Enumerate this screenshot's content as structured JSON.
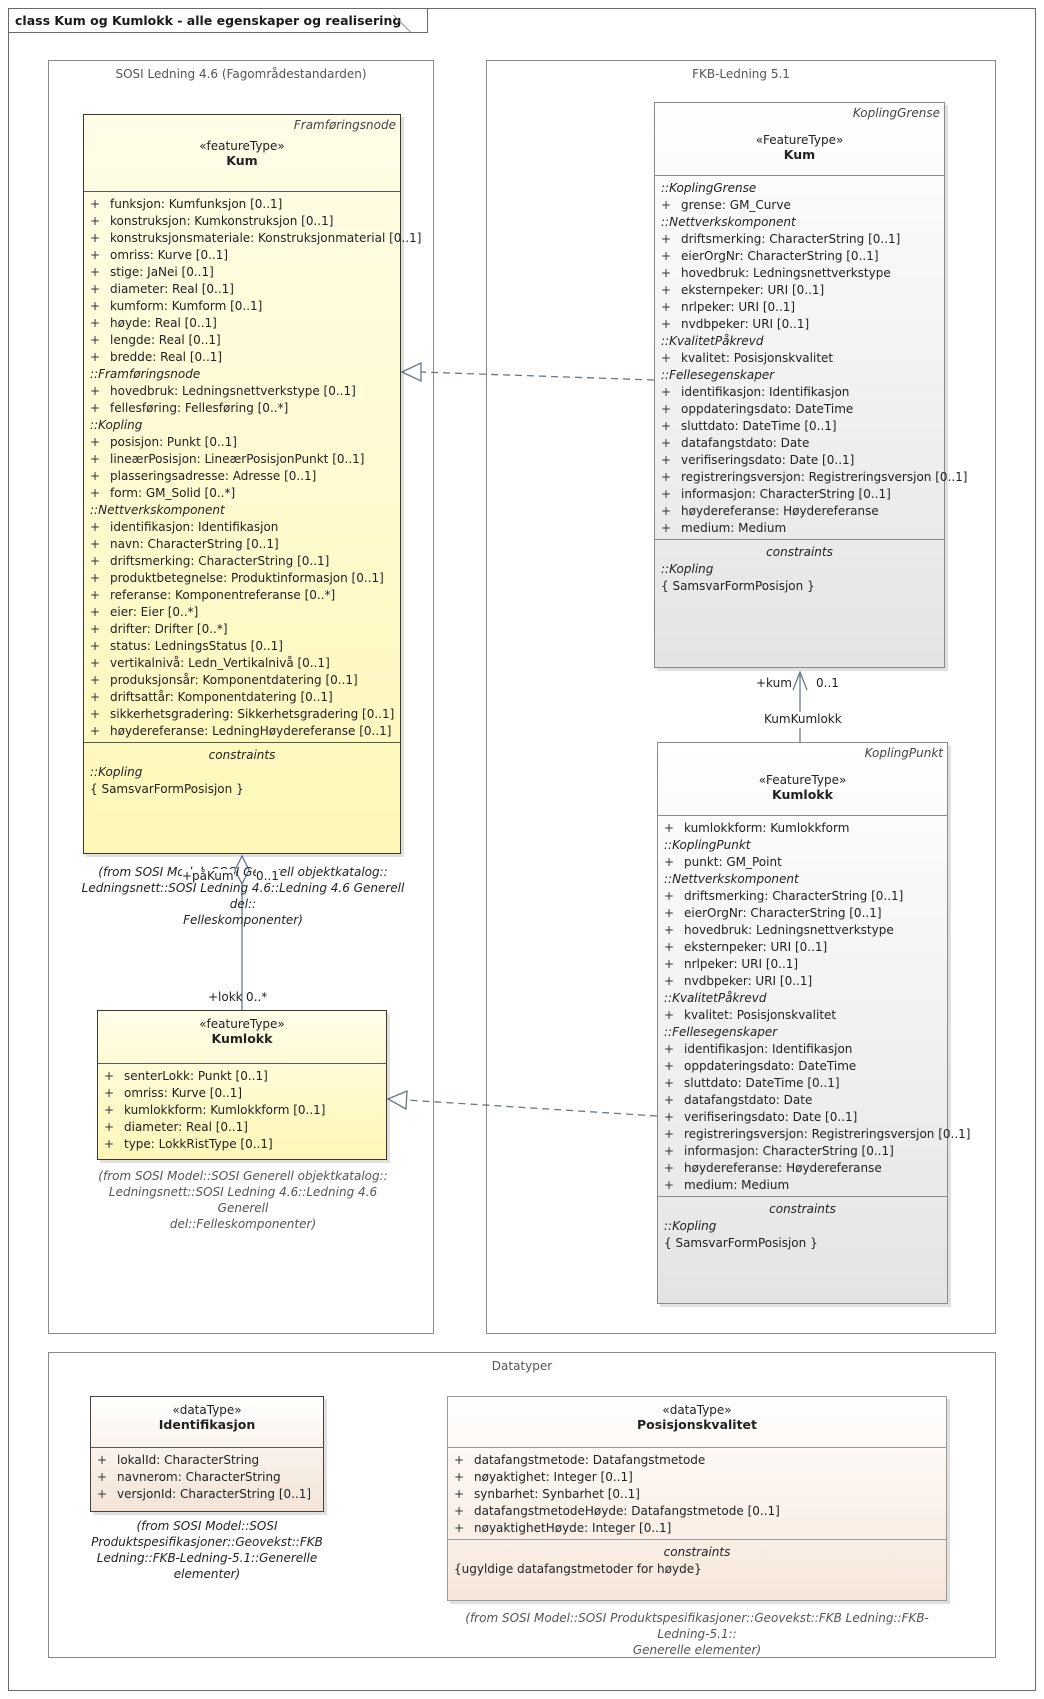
{
  "diagram_title": "class Kum og Kumlokk - alle egenskaper og realisering",
  "packages": {
    "sosi": "SOSI Ledning 4.6 (Fagområdestandarden)",
    "fkb": "FKB-Ledning 5.1",
    "datatyper": "Datatyper"
  },
  "kum_sosi": {
    "tag": "Framføringsnode",
    "stereotype": "«featureType»",
    "name": "Kum",
    "own": [
      "funksjon: Kumfunksjon [0..1]",
      "konstruksjon: Kumkonstruksjon [0..1]",
      "konstruksjonsmateriale: Konstruksjonmaterial [0..1]",
      "omriss: Kurve [0..1]",
      "stige: JaNei [0..1]",
      "diameter: Real [0..1]",
      "kumform: Kumform [0..1]",
      "høyde: Real [0..1]",
      "lengde: Real [0..1]",
      "bredde: Real [0..1]"
    ],
    "grp1": "::Framføringsnode",
    "g1": [
      "hovedbruk: Ledningsnettverkstype [0..1]",
      "fellesføring: Fellesføring [0..*]"
    ],
    "grp2": "::Kopling",
    "g2": [
      "posisjon: Punkt [0..1]",
      "lineærPosisjon: LineærPosisjonPunkt [0..1]",
      "plasseringsadresse: Adresse [0..1]",
      "form: GM_Solid [0..*]"
    ],
    "grp3": "::Nettverkskomponent",
    "g3": [
      "identifikasjon: Identifikasjon",
      "navn: CharacterString [0..1]",
      "driftsmerking: CharacterString [0..1]",
      "produktbetegnelse: Produktinformasjon [0..1]",
      "referanse: Komponentreferanse [0..*]",
      "eier: Eier [0..*]",
      "drifter: Drifter [0..*]",
      "status: LedningsStatus [0..1]",
      "vertikalnivå: Ledn_Vertikalnivå [0..1]",
      "produksjonsår: Komponentdatering [0..1]",
      "driftsattår: Komponentdatering [0..1]",
      "sikkerhetsgradering: Sikkerhetsgradering [0..1]",
      "høydereferanse: LedningHøydereferanse [0..1]"
    ],
    "constraints_title": "constraints",
    "c_grp": "::Kopling",
    "c_text": "{ SamsvarFormPosisjon }",
    "from_lines": [
      "(from SOSI Model::SOSI Generell objektkatalog::",
      "Ledningsnett::SOSI Ledning 4.6::Ledning 4.6 Generell del::",
      "Felleskomponenter)"
    ]
  },
  "kumlokk_sosi": {
    "stereotype": "«featureType»",
    "name": "Kumlokk",
    "own": [
      "senterLokk: Punkt [0..1]",
      "omriss: Kurve [0..1]",
      "kumlokkform: Kumlokkform [0..1]",
      "diameter: Real [0..1]",
      "type: LokkRistType [0..1]"
    ],
    "from_lines": [
      "(from SOSI Model::SOSI Generell objektkatalog::",
      "Ledningsnett::SOSI Ledning 4.6::Ledning 4.6 Generell",
      "del::Felleskomponenter)"
    ]
  },
  "assoc_sosi": {
    "top_role": "+påKum",
    "top_mult": "0..1",
    "bottom_role": "+lokk",
    "bottom_mult": "0..*"
  },
  "kum_fkb": {
    "tag": "KoplingGrense",
    "stereotype": "«FeatureType»",
    "name": "Kum",
    "grp1": "::KoplingGrense",
    "g1": [
      "grense: GM_Curve"
    ],
    "grp2": "::Nettverkskomponent",
    "g2": [
      "driftsmerking: CharacterString [0..1]",
      "eierOrgNr: CharacterString [0..1]",
      "hovedbruk: Ledningsnettverkstype",
      "eksternpeker: URI [0..1]",
      "nrlpeker: URI [0..1]",
      "nvdbpeker: URI [0..1]"
    ],
    "grp3": "::KvalitetPåkrevd",
    "g3": [
      "kvalitet: Posisjonskvalitet"
    ],
    "grp4": "::Fellesegenskaper",
    "g4": [
      "identifikasjon: Identifikasjon",
      "oppdateringsdato: DateTime",
      "sluttdato: DateTime [0..1]",
      "datafangstdato: Date",
      "verifiseringsdato: Date [0..1]",
      "registreringsversjon: Registreringsversjon [0..1]",
      "informasjon: CharacterString [0..1]",
      "høydereferanse: Høydereferanse",
      "medium: Medium"
    ],
    "constraints_title": "constraints",
    "c_grp": "::Kopling",
    "c_text": "{ SamsvarFormPosisjon }"
  },
  "kumlokk_fkb": {
    "tag": "KoplingPunkt",
    "stereotype": "«FeatureType»",
    "name": "Kumlokk",
    "own": [
      "kumlokkform: Kumlokkform"
    ],
    "grp1": "::KoplingPunkt",
    "g1": [
      "punkt: GM_Point"
    ],
    "grp2": "::Nettverkskomponent",
    "g2": [
      "driftsmerking: CharacterString [0..1]",
      "eierOrgNr: CharacterString [0..1]",
      "hovedbruk: Ledningsnettverkstype",
      "eksternpeker: URI [0..1]",
      "nrlpeker: URI [0..1]",
      "nvdbpeker: URI [0..1]"
    ],
    "grp3": "::KvalitetPåkrevd",
    "g3": [
      "kvalitet: Posisjonskvalitet"
    ],
    "grp4": "::Fellesegenskaper",
    "g4": [
      "identifikasjon: Identifikasjon",
      "oppdateringsdato: DateTime",
      "sluttdato: DateTime [0..1]",
      "datafangstdato: Date",
      "verifiseringsdato: Date [0..1]",
      "registreringsversjon: Registreringsversjon [0..1]",
      "informasjon: CharacterString [0..1]",
      "høydereferanse: Høydereferanse",
      "medium: Medium"
    ],
    "constraints_title": "constraints",
    "c_grp": "::Kopling",
    "c_text": "{ SamsvarFormPosisjon }"
  },
  "assoc_fkb": {
    "name": "KumKumlokk",
    "role": "+kum",
    "mult": "0..1"
  },
  "identifikasjon": {
    "stereotype": "«dataType»",
    "name": "Identifikasjon",
    "own": [
      "lokalId: CharacterString",
      "navnerom: CharacterString",
      "versjonId: CharacterString [0..1]"
    ],
    "from_lines": [
      "(from SOSI Model::SOSI",
      "Produktspesifikasjoner::Geovekst::FKB",
      "Ledning::FKB-Ledning-5.1::Generelle",
      "elementer)"
    ]
  },
  "posisjonskvalitet": {
    "stereotype": "«dataType»",
    "name": "Posisjonskvalitet",
    "own": [
      "datafangstmetode: Datafangstmetode",
      "nøyaktighet: Integer [0..1]",
      "synbarhet: Synbarhet [0..1]",
      "datafangstmetodeHøyde: Datafangstmetode [0..1]",
      "nøyaktighetHøyde: Integer [0..1]"
    ],
    "constraints_title": "constraints",
    "c_text": "{ugyldige datafangstmetoder for høyde}",
    "from_lines": [
      "(from SOSI Model::SOSI Produktspesifikasjoner::Geovekst::FKB Ledning::FKB-Ledning-5.1::",
      "Generelle elementer)"
    ]
  },
  "visibility_symbol": "+",
  "colors": {
    "feature_sosi": "#fff7b8",
    "feature_fkb": "#e4e4e4",
    "datatype": "#f3e4d6",
    "line": "#6a7590"
  }
}
